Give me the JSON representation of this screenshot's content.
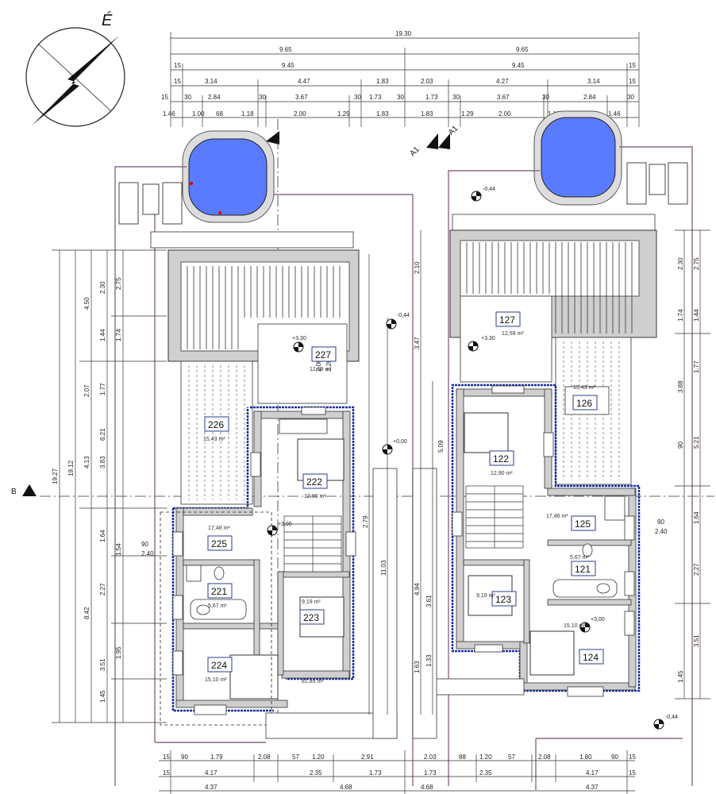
{
  "north": {
    "label": "É"
  },
  "dims_top": {
    "total": "19.30",
    "row2": [
      "9.65",
      "9.65"
    ],
    "row3": [
      "15",
      "9.45",
      "9.45",
      "15"
    ],
    "row4": [
      "15",
      "3.14",
      "4.47",
      "1.83",
      "2.03",
      "4.27",
      "3.14",
      "15"
    ],
    "row5": [
      "15",
      "30",
      "2.84",
      "30",
      "3.67",
      "30",
      "1.73",
      "30",
      "1.73",
      "30",
      "3.67",
      "30",
      "2.84",
      "30"
    ],
    "row6": [
      "1.46",
      "1.00",
      "68",
      "1.18",
      "2.00",
      "1.29",
      "1.83",
      "1.83",
      "1.29",
      "2.00",
      "1.18",
      "68",
      "1.46"
    ]
  },
  "dims_bottom": {
    "row1": [
      "15",
      "90",
      "1.79",
      "2.08",
      "57",
      "1.20",
      "2.91",
      "2.03",
      "88",
      "1.20",
      "57",
      "2.08",
      "1.80",
      "90",
      "15"
    ],
    "row2": [
      "15",
      "4.17",
      "2.35",
      "1.73",
      "1.73",
      "2.35",
      "4.17",
      "15"
    ],
    "row3": [
      "4.37",
      "4.68",
      "4.68",
      "4.37"
    ]
  },
  "dims_left": [
    "19.27",
    "19.12",
    "4.50",
    "6.21",
    "8.42",
    "2.30",
    "2.75",
    "1.44",
    "1.74",
    "2.07",
    "1.77",
    "4.13",
    "3.83",
    "1.64",
    "1.54",
    "2.27",
    "1.95",
    "3.51",
    "1.45",
    "90",
    "2.40"
  ],
  "dims_right": [
    "2.75",
    "2.30",
    "1.74",
    "1.44",
    "1.77",
    "3.88",
    "90",
    "5.21",
    "1.64",
    "2.27",
    "3.51",
    "1.45",
    "2.40",
    "90"
  ],
  "dims_center": [
    "2.10",
    "3.47",
    "11.03",
    "2.79",
    "3.61",
    "4.94",
    "1.33",
    "1.63",
    "5.09",
    "2.00",
    "2.20"
  ],
  "rooms": [
    {
      "id": "227",
      "area": "12,58 m²"
    },
    {
      "id": "226",
      "area": "15,43 m²"
    },
    {
      "id": "222",
      "area": "12,90 m²"
    },
    {
      "id": "225",
      "area": "17,48 m²"
    },
    {
      "id": "221",
      "area": "5,67 m²"
    },
    {
      "id": "223",
      "area": "9,19 m²"
    },
    {
      "id": "224",
      "area": "15,10 m²"
    },
    {
      "id": "127",
      "area": "12,58 m²"
    },
    {
      "id": "126",
      "area": "15,43 m²"
    },
    {
      "id": "122",
      "area": "12,90 m²"
    },
    {
      "id": "125",
      "area": "17,46 m²"
    },
    {
      "id": "121",
      "area": "5,67 m²"
    },
    {
      "id": "123",
      "area": "9,19 m²"
    },
    {
      "id": "124",
      "area": "15,10 m²"
    }
  ],
  "levels": [
    "+3,30",
    "+3,30",
    "-0,44",
    "-0,44",
    "-0,44",
    "+0,00",
    "+3,00",
    "+3,00"
  ],
  "section_marks": {
    "a": "A1",
    "b": "B"
  },
  "total_area": "81,85 m²"
}
